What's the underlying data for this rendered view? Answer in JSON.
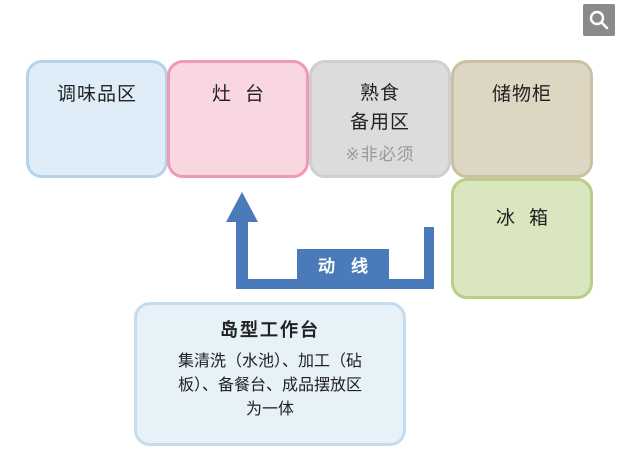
{
  "zones": {
    "seasoning": "调味品区",
    "stove": "灶台",
    "cooked_line1": "熟食",
    "cooked_line2": "备用区",
    "cooked_note": "※非必须",
    "storage": "储物柜",
    "fridge": "冰箱"
  },
  "flow": {
    "label": "动线"
  },
  "island": {
    "title": "岛型工作台",
    "line1": "集清洗（水池）、加工（砧",
    "line2": "板）、备餐台、成品摆放区",
    "line3": "为一体"
  },
  "colors": {
    "flow_arrow": "#4a7ab9",
    "seasoning": "#deedf7",
    "stove": "#f9d7e0",
    "cooked": "#dcdcdc",
    "storage": "#ddd6c2",
    "fridge": "#d9e6bf",
    "island": "#e6f1f8"
  },
  "icons": {
    "search": "search-icon"
  }
}
